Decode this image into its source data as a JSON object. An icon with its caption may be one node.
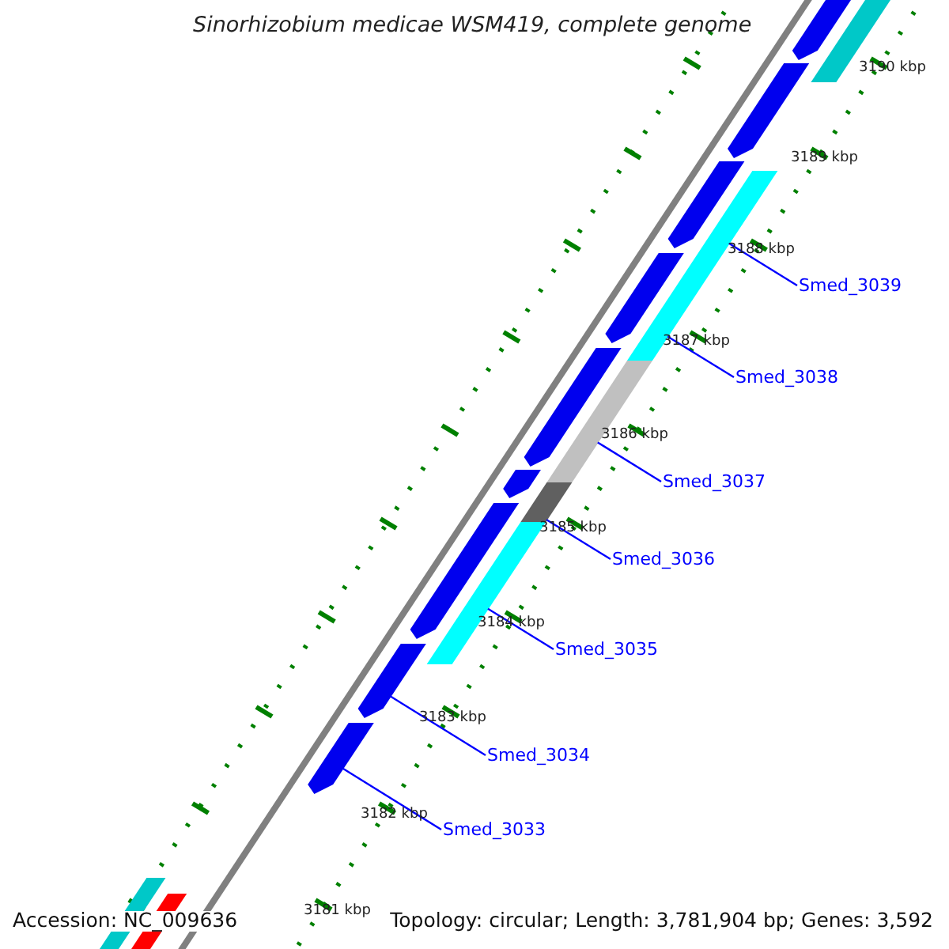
{
  "diagram": {
    "title": "Sinorhizobium medicae WSM419, complete genome",
    "nodes": [
      {
        "text": [
          "Smed_3039"
        ]
      },
      {
        "text": [
          "Smed_3038"
        ]
      },
      {
        "text": [
          "Smed_3037"
        ]
      },
      {
        "text": [
          "Smed_3036"
        ]
      },
      {
        "text": [
          "Smed_3035"
        ]
      },
      {
        "text": [
          "Smed_3034"
        ]
      },
      {
        "text": [
          "Smed_3033"
        ]
      },
      {
        "text": [],
        "shape": "bar"
      },
      {
        "text": [],
        "shape": "bar"
      },
      {
        "text": [],
        "shape": "bar"
      },
      {
        "text": [],
        "shape": "bar"
      },
      {
        "text": [],
        "shape": "bar"
      },
      {
        "text": [],
        "shape": "bar"
      },
      {
        "text": [],
        "shape": "bar"
      },
      {
        "text": [],
        "shape": "bar"
      },
      {
        "text": [],
        "shape": "bar"
      },
      {
        "text": [],
        "shape": "bar"
      },
      {
        "text": [],
        "shape": "bar"
      },
      {
        "text": [],
        "shape": "bar"
      },
      {
        "text": [],
        "shape": "bar"
      },
      {
        "text": [],
        "shape": "bar"
      },
      {
        "text": [],
        "shape": "bar"
      },
      {
        "text": [],
        "shape": "bar"
      },
      {
        "text": [],
        "shape": "bar"
      }
    ],
    "edges": [
      {
        "from": 0,
        "to": 7,
        "arrow": "none"
      },
      {
        "from": 1,
        "to": 8,
        "arrow": "none"
      },
      {
        "from": 2,
        "to": 9,
        "arrow": "none"
      },
      {
        "from": 3,
        "to": 10,
        "arrow": "none"
      },
      {
        "from": 4,
        "to": 11,
        "arrow": "none"
      },
      {
        "from": 5,
        "to": 12,
        "arrow": "none"
      },
      {
        "from": 6,
        "to": 13,
        "arrow": "none"
      }
    ],
    "labels": [
      "3190 kbp",
      "3189 kbp",
      "3188 kbp",
      "3187 kbp",
      "3186 kbp",
      "3185 kbp",
      "3184 kbp",
      "3183 kbp",
      "3182 kbp",
      "3181 kbp",
      "Accession: NC_009636",
      "Topology: circular; Length: 3,781,904 bp; Genes: 3,592"
    ]
  }
}
